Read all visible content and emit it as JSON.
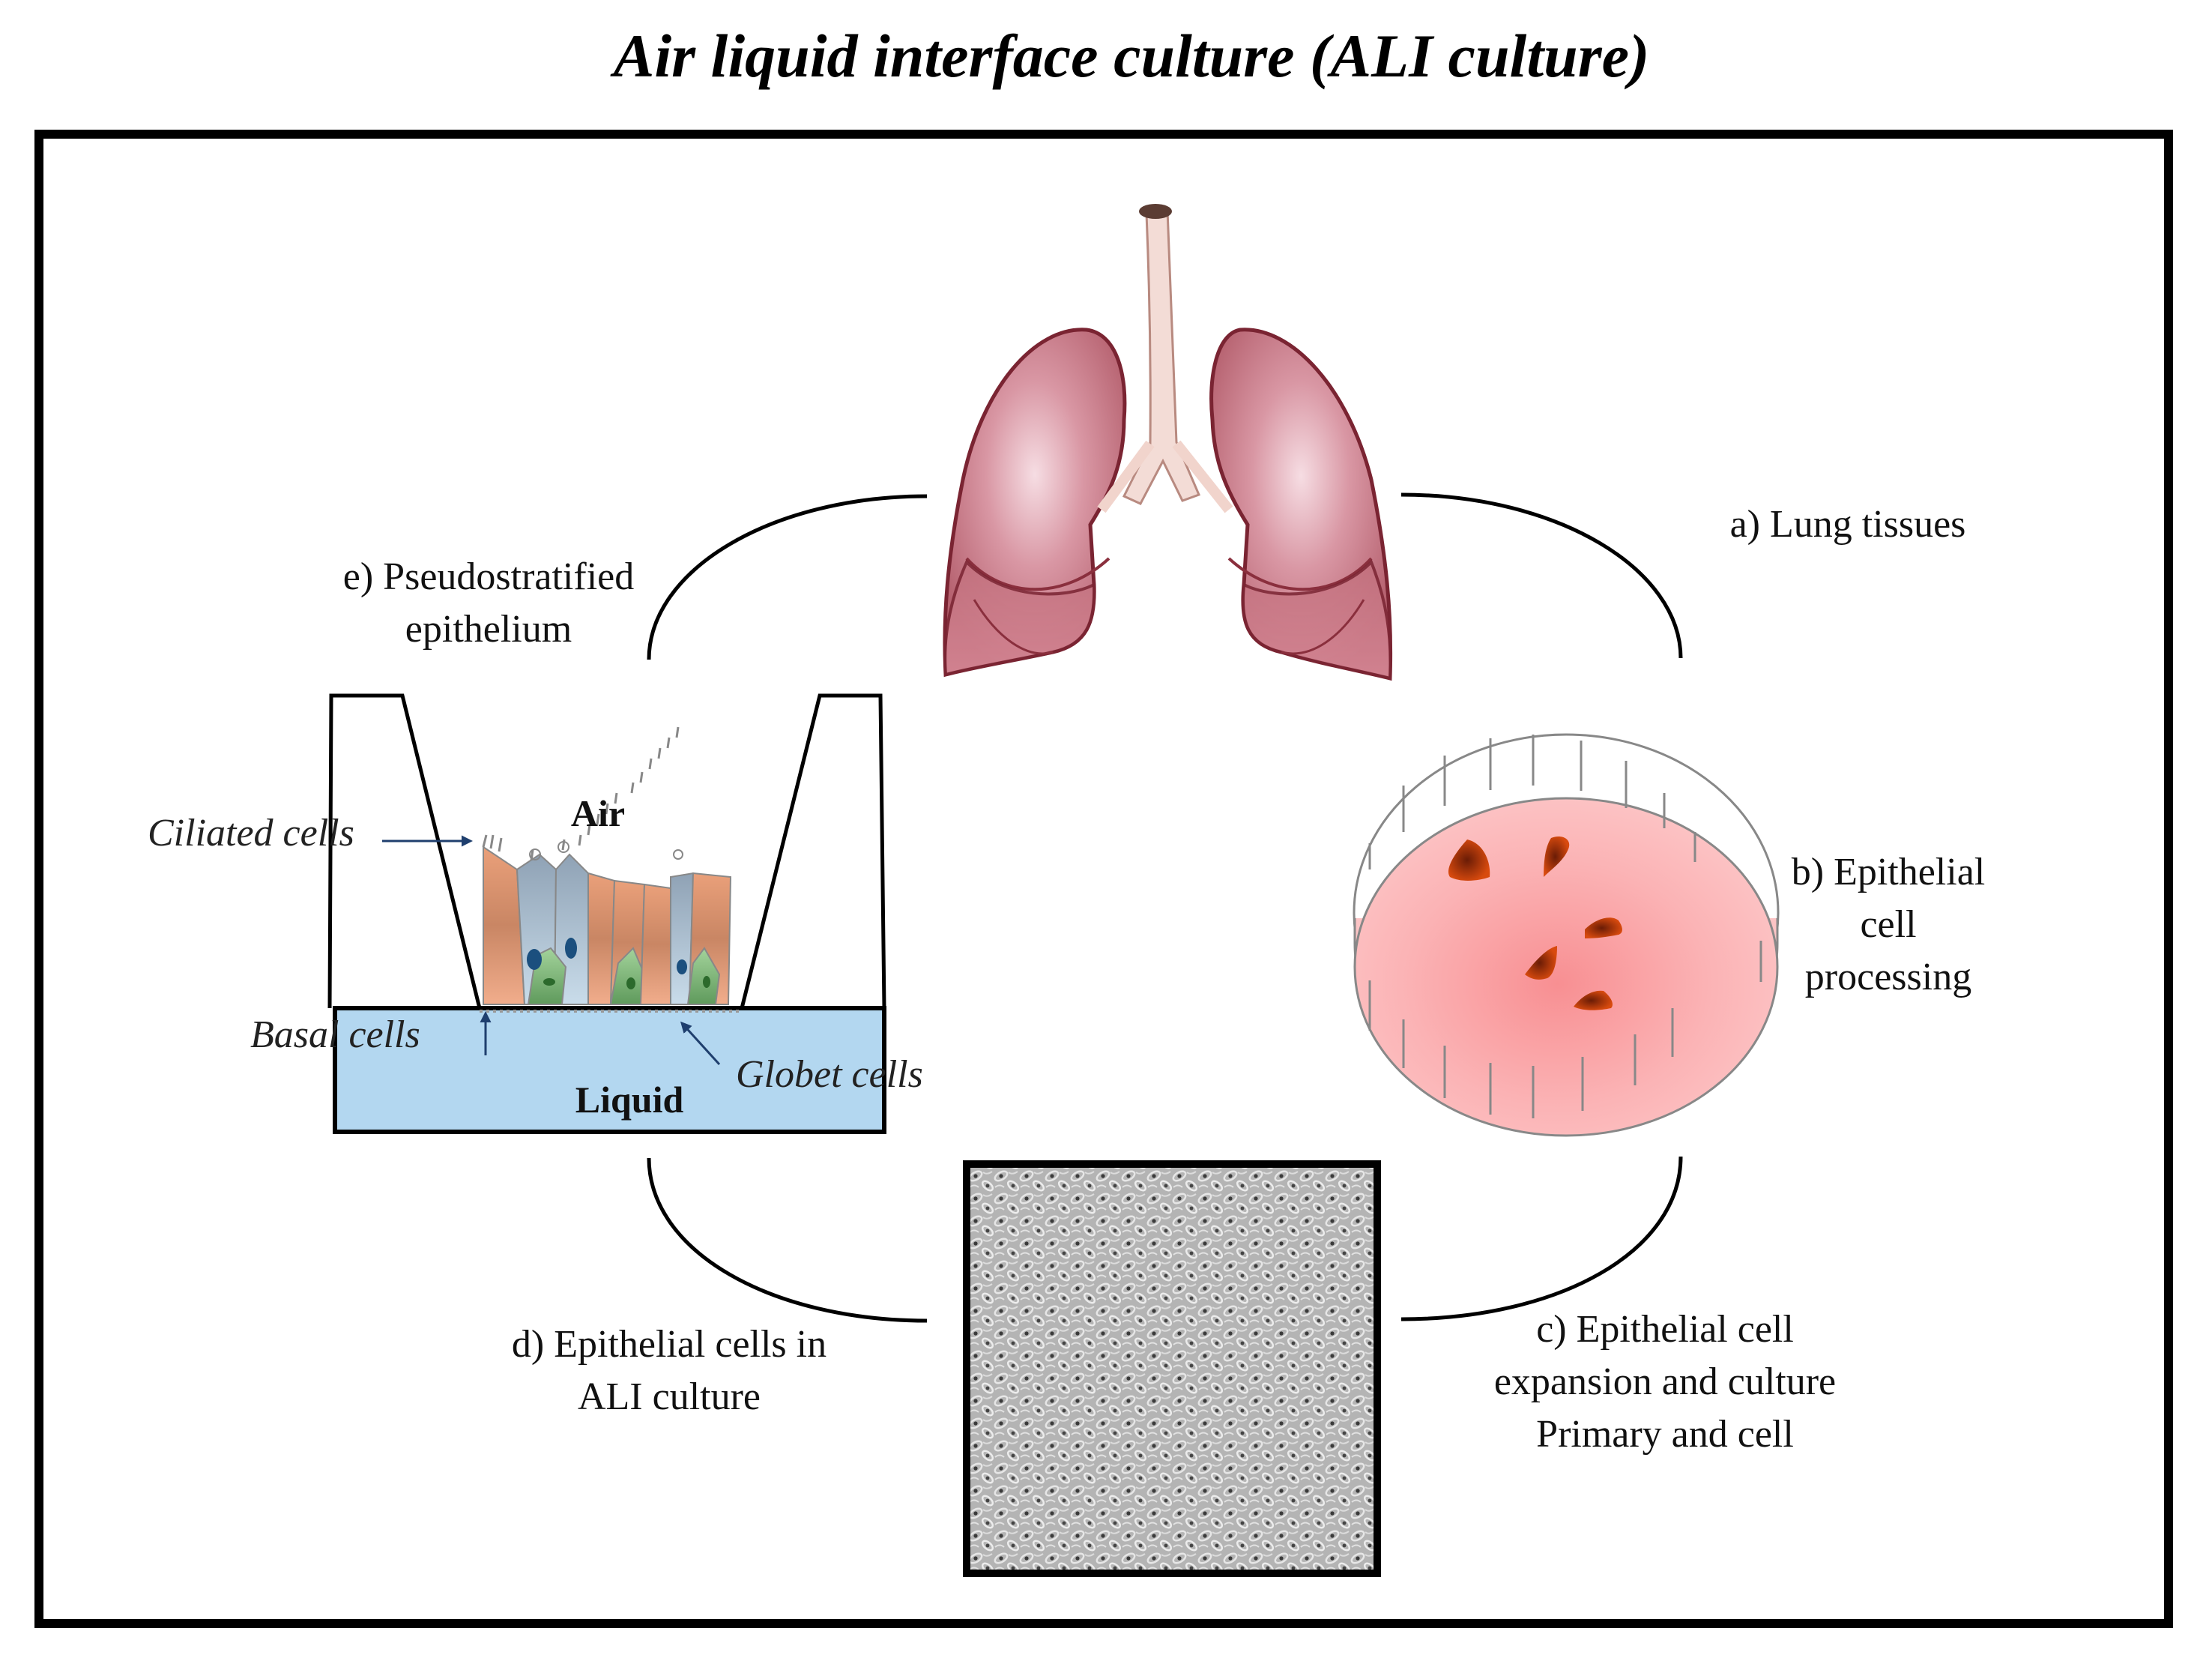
{
  "title": "Air liquid interface culture (ALI culture)",
  "steps": {
    "a": {
      "lines": [
        "a) Lung tissues"
      ]
    },
    "b": {
      "lines": [
        "b) Epithelial",
        "cell",
        "processing"
      ]
    },
    "c": {
      "lines": [
        "c) Epithelial  cell",
        "expansion and culture",
        "Primary  and cell"
      ]
    },
    "d": {
      "lines": [
        "d) Epithelial  cells  in",
        "ALI culture"
      ]
    },
    "e": {
      "lines": [
        "e) Pseudostratified",
        "epithelium"
      ]
    }
  },
  "transwell": {
    "air_label": "Air",
    "liquid_label": "Liquid",
    "ciliated_label": "Ciliated cells",
    "basal_label": "Basal cells",
    "globet_label": "Globet cells"
  },
  "colors": {
    "lung": "#b8606c",
    "lung_outline": "#7a2432",
    "dish_fill": "#f9a7aa",
    "tissue_piece": "#c9430e",
    "liquid": "#b3d7f0",
    "arrow": "#1f3f6e",
    "ciliated_cell": "#e9a37f",
    "goblet_cell": "#a9bfd1",
    "basal_cell": "#7fb77a"
  }
}
